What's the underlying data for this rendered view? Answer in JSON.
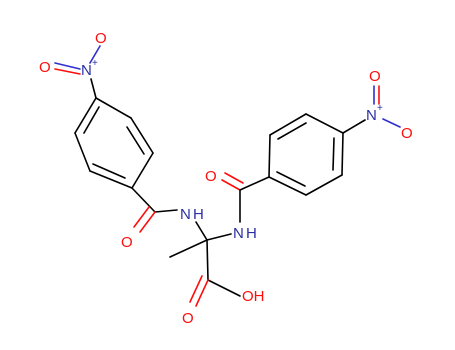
{
  "molecule": {
    "atoms": {
      "nitro_left_O1": "O",
      "nitro_left_N": "N",
      "nitro_left_charge": "+",
      "nitro_left_O2": "O",
      "nitro_left_O2_charge": "−",
      "amide_left_O": "O",
      "amide_left_N": "N",
      "amide_left_H": "H",
      "amide_right_N": "N",
      "amide_right_H": "H",
      "amide_right_O": "O",
      "nitro_right_N": "N",
      "nitro_right_charge": "+",
      "nitro_right_O1": "O",
      "nitro_right_O2": "O",
      "nitro_right_O2_charge": "−",
      "acid_O_double": "O",
      "acid_OH": "OH"
    }
  },
  "colors": {
    "oxygen": "#ff0d0d",
    "nitrogen": "#2b2fa3",
    "carbon": "#000000",
    "background": "#ffffff"
  }
}
